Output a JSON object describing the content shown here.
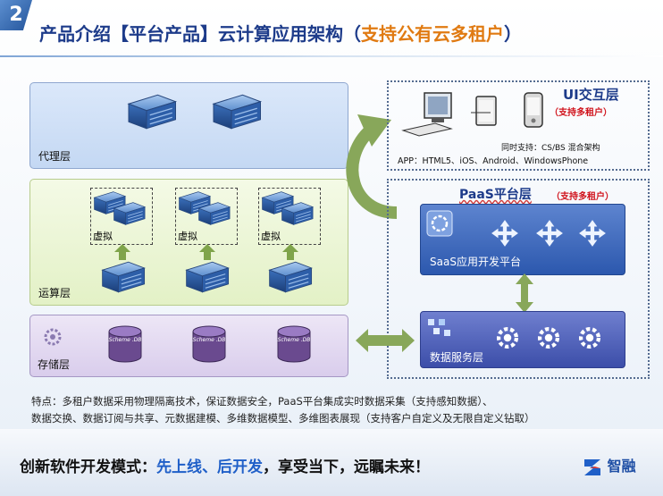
{
  "slide": {
    "number": "2",
    "title_main": "产品介绍【平台产品】云计算应用架构（",
    "title_highlight": "支持公有云多租户",
    "title_end": "）"
  },
  "layers": {
    "proxy_label": "代理层",
    "compute_label": "运算层",
    "storage_label": "存储层",
    "virtual_label": "虚拟",
    "db_label": "Scheme .DB"
  },
  "ui_layer": {
    "title": "UI交互层",
    "subtitle": "（支持多租户）",
    "arch_note": "同时支持：CS/BS 混合架构",
    "app_note": "APP：HTML5、iOS、Android、WindowsPhone"
  },
  "paas_layer": {
    "title": "PaaS平台层",
    "subtitle": "（支持多租户）",
    "saas_label": "SaaS应用开发平台",
    "data_service_label": "数据服务层"
  },
  "features": {
    "line1": "特点：多租户数据采用物理隔离技术，保证数据安全，PaaS平台集成实时数据采集（支持感知数据）、",
    "line2": "数据交换、数据订阅与共享、元数据建模、多维数据模型、多维图表展现（支持客户自定义及无限自定义钻取）"
  },
  "footer": {
    "slogan_start": "创新软件开发模式：",
    "slogan_highlight": "先上线、后开发",
    "slogan_end": "，享受当下，远瞩未来！",
    "logo_text": "智融"
  }
}
